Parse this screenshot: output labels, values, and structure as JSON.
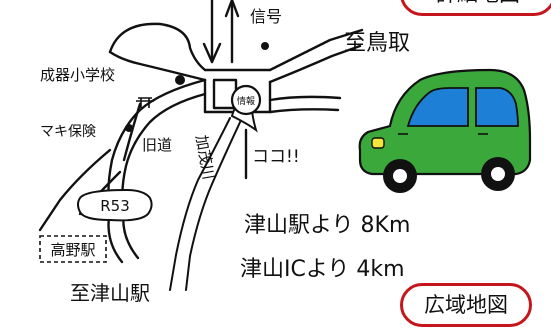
{
  "map": {
    "labels": {
      "signal": "信号",
      "to_tottori": "至鳥取",
      "school": "成器小学校",
      "insurance": "マキ保険",
      "old_road": "旧道",
      "river": "加茂川",
      "here": "ココ!!",
      "route": "R53",
      "station_box": "高野駅",
      "to_tsuyama": "至津山駅",
      "shop_mark": "情報"
    },
    "distances": {
      "from_station": "津山駅より 8Km",
      "from_ic": "津山ICより 4km"
    }
  },
  "buttons": {
    "detail": "詳細地図",
    "wide": "広域地図"
  },
  "colors": {
    "accent": "#c4161c",
    "car_body": "#3aa83a",
    "car_window": "#1d7fd6"
  },
  "icons": [
    "car-icon",
    "destination-pin-icon",
    "school-dot-icon",
    "torii-icon"
  ]
}
